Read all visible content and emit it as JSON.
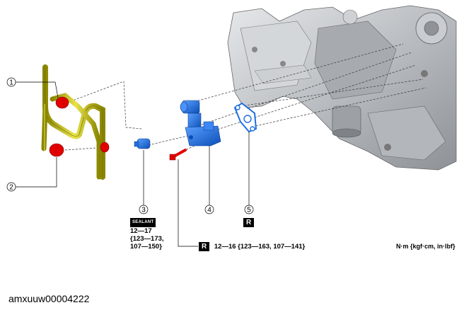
{
  "callouts": [
    {
      "number": "1"
    },
    {
      "number": "2"
    },
    {
      "number": "3"
    },
    {
      "number": "4"
    },
    {
      "number": "5"
    }
  ],
  "sealant_label": "SEALANT",
  "r_label": "R",
  "torque_3": {
    "line1": "12—17",
    "line2": "{123—173,",
    "line3": "107—150}"
  },
  "torque_4": "12—16 {123—163, 107—141}",
  "unit_note": "N·m {kgf·cm, in·lbf}",
  "figure_id": "amxuuw00004222",
  "colors": {
    "pipe": "#c8c400",
    "rubber": "#e00000",
    "component_blue": "#1f6fe0",
    "engine": "#b8bcc0"
  }
}
